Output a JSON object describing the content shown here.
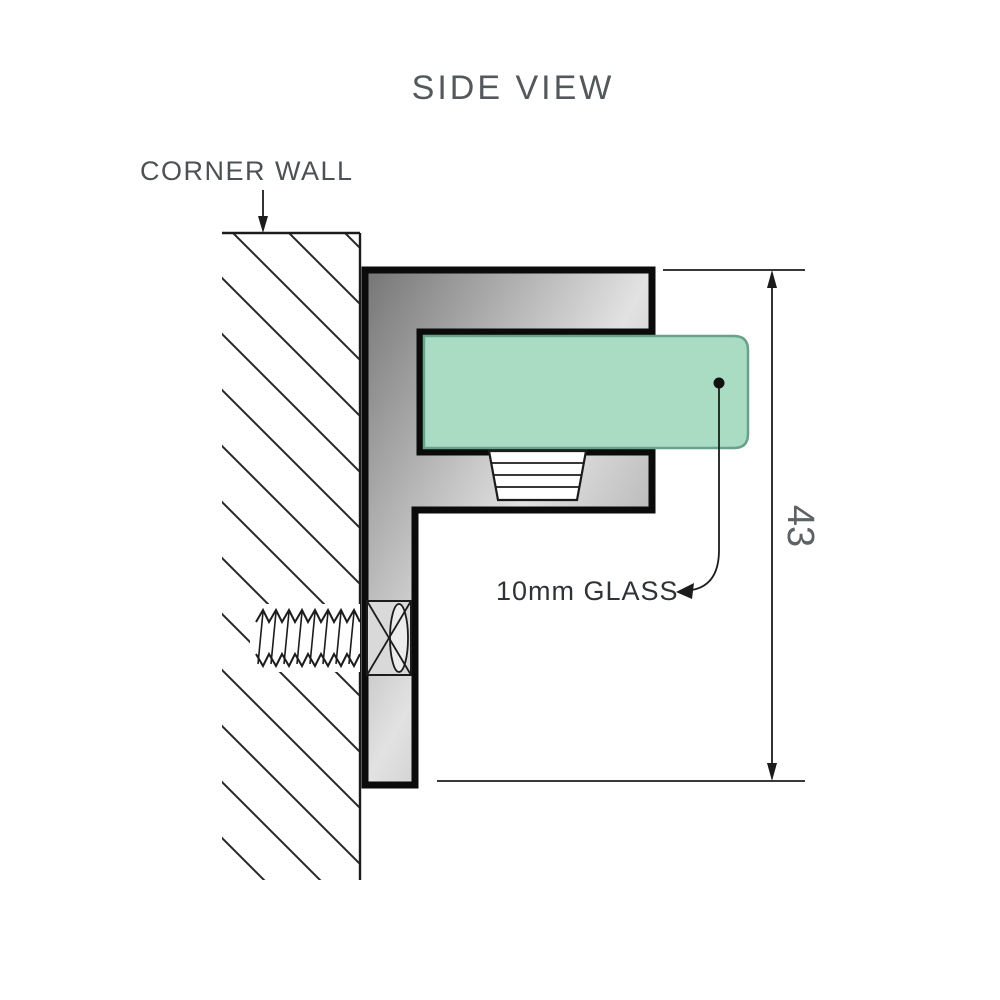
{
  "diagram": {
    "title": "SIDE VIEW",
    "corner_wall_label": "CORNER WALL",
    "glass_label": "10mm GLASS",
    "dimension": {
      "value": "43"
    },
    "colors": {
      "glass_fill": "#a9dcc3",
      "glass_stroke": "#69a289",
      "outline": "#000000",
      "metal_dark": "#757575",
      "metal_light": "#e2e2e2",
      "label_text": "#4c5153",
      "dimension_text": "#5d6264"
    }
  }
}
